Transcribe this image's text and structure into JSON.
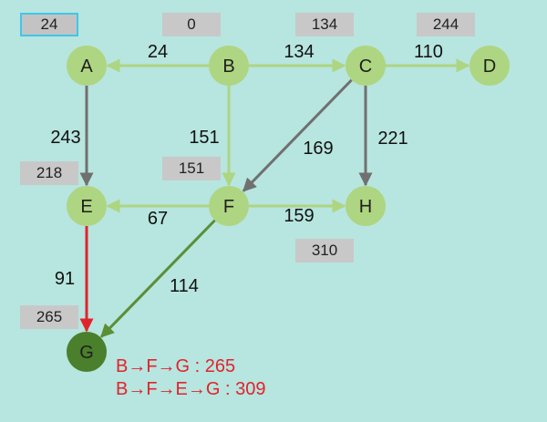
{
  "colors": {
    "background": "#b7e5df",
    "node": "#aed581",
    "node_goal": "#4a7f2c",
    "edge_light": "#aed581",
    "edge_gray": "#707070",
    "edge_shortest": "#5a8f36",
    "edge_red": "#e0242c",
    "dist_box": "#c8c8c8",
    "dist_selected_border": "#3fc7ea",
    "path_text": "#e0242c"
  },
  "nodes": [
    {
      "id": "A",
      "label": "A",
      "distance": "24"
    },
    {
      "id": "B",
      "label": "B",
      "distance": "0"
    },
    {
      "id": "C",
      "label": "C",
      "distance": "134"
    },
    {
      "id": "D",
      "label": "D",
      "distance": "244"
    },
    {
      "id": "E",
      "label": "E",
      "distance": "218"
    },
    {
      "id": "F",
      "label": "F",
      "distance": "151"
    },
    {
      "id": "H",
      "label": "H",
      "distance": "310"
    },
    {
      "id": "G",
      "label": "G",
      "distance": "265"
    }
  ],
  "edges": [
    {
      "from": "B",
      "to": "A",
      "weight": "24",
      "style": "light"
    },
    {
      "from": "B",
      "to": "C",
      "weight": "134",
      "style": "light"
    },
    {
      "from": "C",
      "to": "D",
      "weight": "110",
      "style": "light"
    },
    {
      "from": "A",
      "to": "E",
      "weight": "243",
      "style": "gray"
    },
    {
      "from": "B",
      "to": "F",
      "weight": "151",
      "style": "light"
    },
    {
      "from": "C",
      "to": "F",
      "weight": "169",
      "style": "gray"
    },
    {
      "from": "C",
      "to": "H",
      "weight": "221",
      "style": "gray"
    },
    {
      "from": "F",
      "to": "E",
      "weight": "67",
      "style": "light"
    },
    {
      "from": "F",
      "to": "H",
      "weight": "159",
      "style": "light"
    },
    {
      "from": "F",
      "to": "G",
      "weight": "114",
      "style": "shortest"
    },
    {
      "from": "E",
      "to": "G",
      "weight": "91",
      "style": "red"
    }
  ],
  "paths": [
    "B→F→G : 265",
    "B→F→E→G : 309"
  ]
}
